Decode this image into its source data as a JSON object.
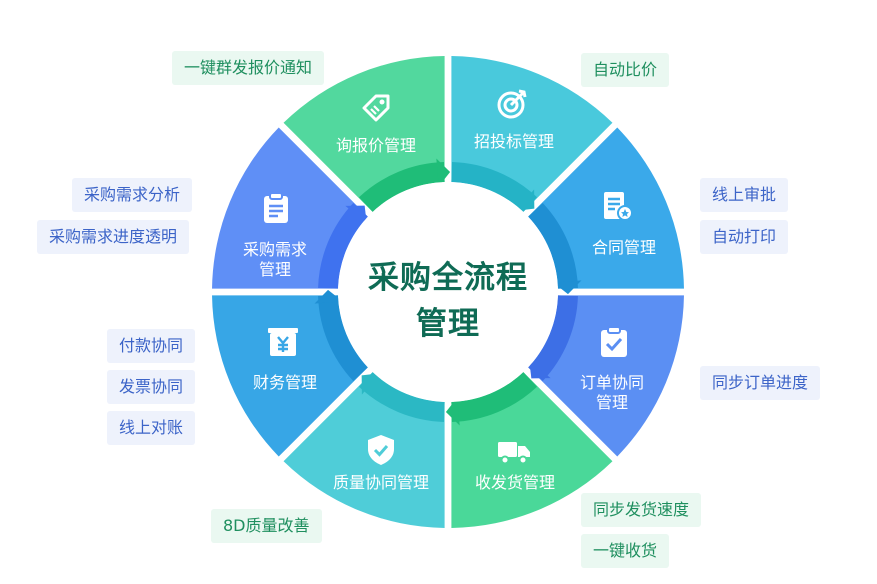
{
  "center": {
    "line1": "采购全流程",
    "line2": "管理"
  },
  "segments": [
    {
      "id": "quote",
      "label": "询报价管理",
      "icon": "price-tag-icon"
    },
    {
      "id": "bidding",
      "label": "招投标管理",
      "icon": "target-icon"
    },
    {
      "id": "contract",
      "label": "合同管理",
      "icon": "contract-document-icon"
    },
    {
      "id": "order",
      "label_lines": [
        "订单协同",
        "管理"
      ],
      "icon": "clipboard-check-icon"
    },
    {
      "id": "delivery",
      "label": "收发货管理",
      "icon": "delivery-truck-icon"
    },
    {
      "id": "quality",
      "label": "质量协同管理",
      "icon": "shield-check-icon"
    },
    {
      "id": "finance",
      "label": "财务管理",
      "icon": "yuan-payment-icon"
    },
    {
      "id": "demand",
      "label_lines": [
        "采购需求",
        "管理"
      ],
      "icon": "clipboard-list-icon"
    }
  ],
  "tags": {
    "quote": [
      "一键群发报价通知"
    ],
    "bidding": [
      "自动比价"
    ],
    "contract": [
      "线上审批",
      "自动打印"
    ],
    "order": [
      "同步订单进度"
    ],
    "delivery": [
      "同步发货速度",
      "一键收货"
    ],
    "quality": [
      "8D质量改善"
    ],
    "finance": [
      "付款协同",
      "发票协同",
      "线上对账"
    ],
    "demand": [
      "采购需求分析",
      "采购需求进度透明"
    ]
  },
  "colors": {
    "quote": "#52d89e",
    "bidding": "#49c9dc",
    "contract": "#3aa9ea",
    "order": "#5b8ff3",
    "delivery": "#4ad899",
    "quality": "#4fcdd8",
    "finance": "#37a6e6",
    "demand": "#5f8ff6",
    "center_text": "#0f6b55"
  }
}
